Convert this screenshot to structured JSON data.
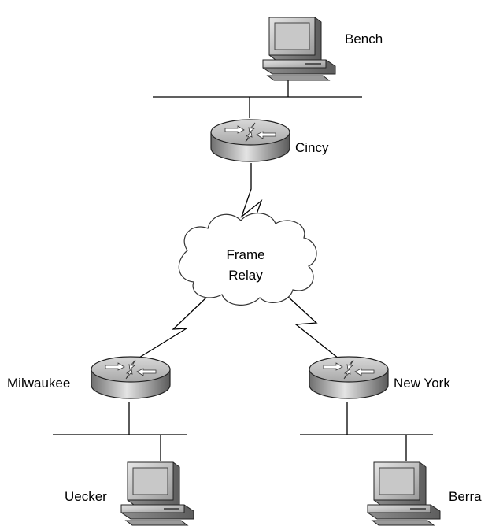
{
  "diagram": {
    "hosts": {
      "bench": "Bench",
      "uecker": "Uecker",
      "berra": "Berra"
    },
    "routers": {
      "cincy": "Cincy",
      "milwaukee": "Milwaukee",
      "newyork": "New York"
    },
    "cloud": {
      "line1": "Frame",
      "line2": "Relay"
    }
  }
}
